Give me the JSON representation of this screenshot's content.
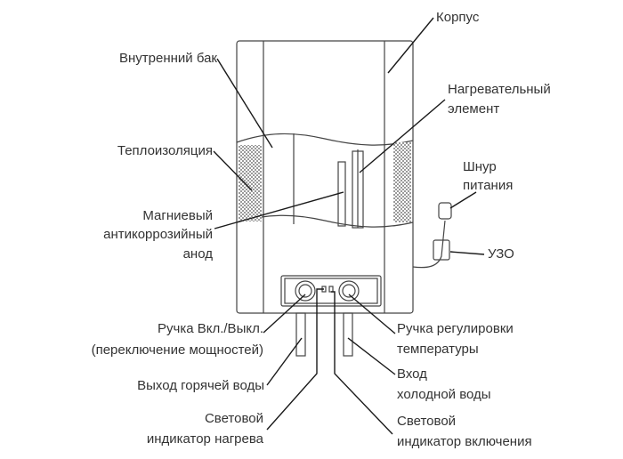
{
  "labels": {
    "korpus": "Корпус",
    "inner_tank": "Внутренний бак",
    "heater_1": "Нагревательный",
    "heater_2": "элемент",
    "insulation": "Теплоизоляция",
    "cord_1": "Шнур",
    "cord_2": "питания",
    "anode_1": "Магниевый",
    "anode_2": "антикоррозийный",
    "anode_3": "анод",
    "uzo": "УЗО",
    "onoff_1": "Ручка Вкл./Выкл.",
    "onoff_2": "(переключение мощностей)",
    "temp_knob_1": "Ручка регулировки",
    "temp_knob_2": "температуры",
    "hot_water": "Выход горячей воды",
    "cold_1": "Вход",
    "cold_2": "холодной воды",
    "heat_led_1": "Световой",
    "heat_led_2": "индикатор нагрева",
    "power_led_1": "Световой",
    "power_led_2": "индикатор включения"
  },
  "colors": {
    "line": "#444444",
    "leader": "#1a1a1a",
    "text": "#333333",
    "insulation": "#9a9a9a"
  }
}
